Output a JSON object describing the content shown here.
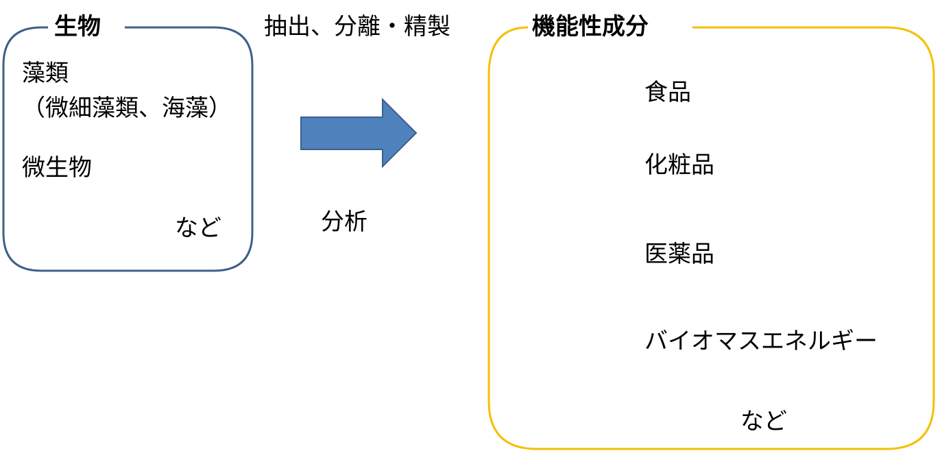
{
  "source": {
    "title": "生物",
    "items": [
      "藻類",
      "（微細藻類、海藻）",
      "微生物"
    ],
    "etc": "など",
    "border_color": "#3f5f8a"
  },
  "process": {
    "top_label": "抽出、分離・精製",
    "bottom_label": "分析",
    "arrow_fill": "#4f81bd",
    "arrow_stroke": "#3a5f8c"
  },
  "result": {
    "title": "機能性成分",
    "items": [
      "食品",
      "化粧品",
      "医薬品",
      "バイオマスエネルギー"
    ],
    "etc": "など",
    "border_color": "#f5c000"
  }
}
